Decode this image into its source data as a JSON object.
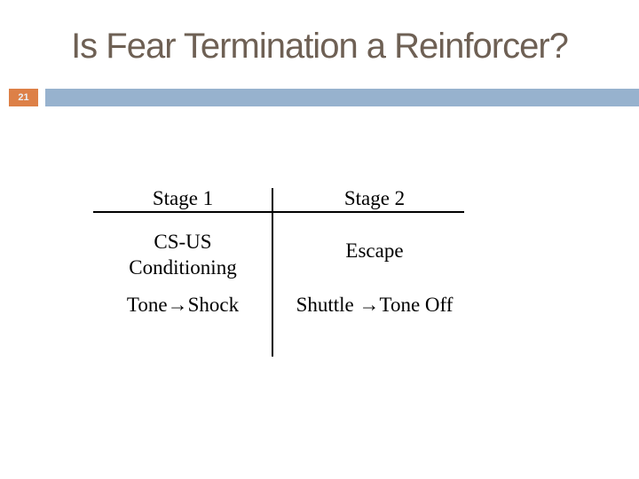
{
  "slide": {
    "title": "Is Fear Termination a Reinforcer?",
    "slide_number": "21",
    "table": {
      "columns": [
        {
          "header": "Stage 1",
          "row1": "CS-US\nConditioning",
          "row2": "Tone→Shock"
        },
        {
          "header": "Stage 2",
          "row1": "Escape",
          "row2": "Shuttle →Tone Off"
        }
      ]
    },
    "colors": {
      "title_brown": "#6E6054",
      "accent_orange": "#DD8047",
      "accent_blue": "#97B2CE",
      "table_text": "#000000"
    }
  }
}
